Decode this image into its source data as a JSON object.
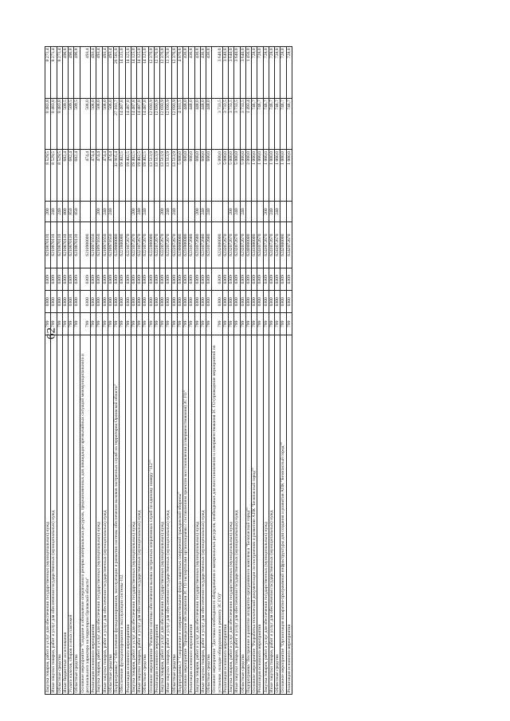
{
  "page_number": "62",
  "rows": [
    {
      "name": "Закупка товаров, работ и услуг для обеспечения государственных (муниципальных) нужд",
      "c1": "799",
      "c2": "0300",
      "c3": "0309",
      "c4": "6210870110",
      "c5": "200",
      "n1": "8 529,5",
      "n2": "8 483,8",
      "n3": "8 271,4"
    },
    {
      "name": "Иные закупки товаров, работ и услуг для обеспечения государственных (муниципальных) нужд",
      "c1": "799",
      "c2": "0300",
      "c3": "0309",
      "c4": "6210870110",
      "c5": "240",
      "n1": "8 529,5",
      "n2": "8 483,8",
      "n3": "8 271,4"
    },
    {
      "name": "Областные средства",
      "c1": "799",
      "c2": "0300",
      "c3": "0309",
      "c4": "6210870110",
      "c5": "240",
      "n1": "8 529,5",
      "n2": "8 483,8",
      "n3": "8 271,4"
    },
    {
      "name": "Иные бюджетные ассигнования",
      "c1": "799",
      "c2": "0300",
      "c3": "0309",
      "c4": "6210870110",
      "c5": "800",
      "n1": "682,4",
      "n2": "509,5",
      "n3": "496,8"
    },
    {
      "name": "Уплата налогов, сборов и иных платежей",
      "c1": "799",
      "c2": "0300",
      "c3": "0309",
      "c4": "6210870110",
      "c5": "850",
      "n1": "682,4",
      "n2": "509,5",
      "n3": "496,8"
    },
    {
      "name": "Областные средства",
      "c1": "799",
      "c2": "0300",
      "c3": "0309",
      "c4": "6210870110",
      "c5": "850",
      "n1": "682,4",
      "n2": "509,5",
      "n3": "496,8"
    },
    {
      "name": "Основное мероприятие \"Создание и обновление оперативного резерва материальных ресурсов, предназначенных для ликвидации чрезвычайных ситуаций межмуниципального и регионального характера на территории Орловской области\"",
      "c1": "799",
      "c2": "0300",
      "c3": "0309",
      "c4": "6210900000",
      "c5": "",
      "n1": "474,4",
      "n2": "506,0",
      "n3": "493,4"
    },
    {
      "name": "Реализация основного мероприятия",
      "c1": "799",
      "c2": "0300",
      "c3": "0309",
      "c4": "6210971650",
      "c5": "",
      "n1": "474,4",
      "n2": "506,0",
      "n3": "493,4"
    },
    {
      "name": "Закупка товаров, работ и услуг для обеспечения государственных (муниципальных) нужд",
      "c1": "799",
      "c2": "0300",
      "c3": "0309",
      "c4": "6210971650",
      "c5": "200",
      "n1": "474,4",
      "n2": "506,0",
      "n3": "493,4"
    },
    {
      "name": "Иные закупки товаров, работ и услуг для обеспечения государственных (муниципальных) нужд",
      "c1": "799",
      "c2": "0300",
      "c3": "0309",
      "c4": "6210971650",
      "c5": "240",
      "n1": "474,4",
      "n2": "506,0",
      "n3": "493,4"
    },
    {
      "name": "Областные средства",
      "c1": "799",
      "c2": "0300",
      "c3": "0309",
      "c4": "6210971650",
      "c5": "240",
      "n1": "474,4",
      "n2": "506,0",
      "n3": "493,4"
    },
    {
      "name": "Подпрограмма 2 \"Обеспечение функционирования, эксплуатации и развития системы обеспечения вызовов экстренных служб на территории Орловской области\"",
      "c1": "799",
      "c2": "0300",
      "c3": "0309",
      "c4": "6220000000",
      "c5": "",
      "n1": "32 916,4",
      "n2": "27 181,7",
      "n3": "26 501,0"
    },
    {
      "name": "Обеспечение функционирования и эксплуатации системы-112",
      "c1": "799",
      "c2": "0300",
      "c3": "0309",
      "c4": "6221000000",
      "c5": "",
      "n1": "19 402,5",
      "n2": "14 487,8",
      "n3": "14 125,0"
    },
    {
      "name": "Реализация основного мероприятия",
      "c1": "799",
      "c2": "0300",
      "c3": "0309",
      "c4": "6221072670",
      "c5": "",
      "n1": "19 402,5",
      "n2": "14 487,8",
      "n3": "14 125,0"
    },
    {
      "name": "Закупка товаров, работ и услуг для обеспечения государственных (муниципальных) нужд",
      "c1": "799",
      "c2": "0300",
      "c3": "0309",
      "c4": "6221072670",
      "c5": "200",
      "n1": "19 402,5",
      "n2": "14 487,8",
      "n3": "14 125,0"
    },
    {
      "name": "Иные закупки товаров, работ и услуг для обеспечения государственных (муниципальных) нужд",
      "c1": "799",
      "c2": "0300",
      "c3": "0309",
      "c4": "6221072670",
      "c5": "240",
      "n1": "19 402,5",
      "n2": "14 487,8",
      "n3": "14 125,0"
    },
    {
      "name": "Областные средства",
      "c1": "799",
      "c2": "0300",
      "c3": "0309",
      "c4": "6221072670",
      "c5": "240",
      "n1": "19 402,5",
      "n2": "14 487,8",
      "n3": "14 125,0"
    },
    {
      "name": "Основное мероприятие \"Развитие системы обеспечения вызова экстренных оперативных служб по единому номеру \"112\"\"",
      "c1": "799",
      "c2": "0300",
      "c3": "0309",
      "c4": "6222000000",
      "c5": "",
      "n1": "13 513,9",
      "n2": "12 693,9",
      "n3": "12 376,0"
    },
    {
      "name": "Реализация основного мероприятия",
      "c1": "799",
      "c2": "0300",
      "c3": "0309",
      "c4": "6222072670",
      "c5": "",
      "n1": "13 513,9",
      "n2": "12 693,9",
      "n3": "12 376,0"
    },
    {
      "name": "Закупка товаров, работ и услуг для обеспечения государственных (муниципальных) нужд",
      "c1": "799",
      "c2": "0300",
      "c3": "0309",
      "c4": "6222072670",
      "c5": "200",
      "n1": "13 513,9",
      "n2": "12 693,9",
      "n3": "12 376,0"
    },
    {
      "name": "Иные закупки товаров, работ и услуг для обеспечения государственных (муниципальных) нужд",
      "c1": "799",
      "c2": "0300",
      "c3": "0309",
      "c4": "6222072670",
      "c5": "240",
      "n1": "13 513,9",
      "n2": "12 693,9",
      "n3": "12 376,0"
    },
    {
      "name": "Областные средства",
      "c1": "799",
      "c2": "0300",
      "c3": "0309",
      "c4": "6222072670",
      "c5": "240",
      "n1": "13 513,9",
      "n2": "12 693,9",
      "n3": "12 376,0"
    },
    {
      "name": "Подпрограмма 3 \"Сохранение и совершенствование фонда защитных сооружений гражданской обороны\"",
      "c1": "799",
      "c2": "0300",
      "c3": "0309",
      "c4": "6230000000",
      "c5": "",
      "n1": "5 600,0",
      "n2": "4 181,5",
      "n3": "4 076,8"
    },
    {
      "name": "Основное мероприятие \"Проведение обследования ЗС ГО экспертными организациями с составлением проектов восстановления (совершенствования) ЗС ГО\"",
      "c1": "799",
      "c2": "0300",
      "c3": "0309",
      "c4": "6231000000",
      "c5": "",
      "n1": "600,0",
      "n2": "448,0",
      "n3": "436,8"
    },
    {
      "name": "Реализация основного мероприятия",
      "c1": "799",
      "c2": "0300",
      "c3": "0309",
      "c4": "6231072680",
      "c5": "",
      "n1": "600,0",
      "n2": "448,0",
      "n3": "436,8"
    },
    {
      "name": "Закупка товаров, работ и услуг для обеспечения государственных (муниципальных) нужд",
      "c1": "799",
      "c2": "0300",
      "c3": "0309",
      "c4": "6231072680",
      "c5": "200",
      "n1": "600,0",
      "n2": "448,0",
      "n3": "436,8"
    },
    {
      "name": "Иные закупки товаров, работ и услуг для обеспечения государственных (муниципальных) нужд",
      "c1": "799",
      "c2": "0300",
      "c3": "0309",
      "c4": "6231072680",
      "c5": "240",
      "n1": "600,0",
      "n2": "448,0",
      "n3": "436,8"
    },
    {
      "name": "Областные средства",
      "c1": "799",
      "c2": "0300",
      "c3": "0309",
      "c4": "6231072680",
      "c5": "240",
      "n1": "600,0",
      "n2": "448,0",
      "n3": "436,8"
    },
    {
      "name": "Основное мероприятие \"Доставка необходимого оборудования и материальных ресурсов, необходимых для восстановления и совершенствования ЗС ГО (проведение мероприятий по установке, наладке оборудования и ремонту ЗС ГО)\"",
      "c1": "799",
      "c2": "0300",
      "c3": "0309",
      "c4": "6232000000",
      "c5": "",
      "n1": "5 000,0",
      "n2": "3 733,5",
      "n3": "3 640,0"
    },
    {
      "name": "Реализация основного мероприятия",
      "c1": "799",
      "c2": "0300",
      "c3": "0309",
      "c4": "6232072670",
      "c5": "",
      "n1": "5 000,0",
      "n2": "3 733,5",
      "n3": "3 640,0"
    },
    {
      "name": "Закупка товаров, работ и услуг для обеспечения государственных (муниципальных) нужд",
      "c1": "799",
      "c2": "0300",
      "c3": "0309",
      "c4": "6232072670",
      "c5": "200",
      "n1": "5 000,0",
      "n2": "3 733,5",
      "n3": "3 640,0"
    },
    {
      "name": "Иные закупки товаров, работ и услуг для обеспечения государственных (муниципальных) нужд",
      "c1": "799",
      "c2": "0300",
      "c3": "0309",
      "c4": "6232072670",
      "c5": "240",
      "n1": "5 000,0",
      "n2": "3 733,5",
      "n3": "3 640,0"
    },
    {
      "name": "Областные средства",
      "c1": "799",
      "c2": "0300",
      "c3": "0309",
      "c4": "6232072670",
      "c5": "240",
      "n1": "5 000,0",
      "n2": "3 733,5",
      "n3": "3 640,0"
    },
    {
      "name": "Подпрограмма \"Построение и развитие аппаратно-программного комплекса \"Безопасный город\"\"",
      "c1": "799",
      "c2": "0300",
      "c3": "0309",
      "c4": "6240000000",
      "c5": "",
      "n1": "2 000,0",
      "n2": "1 493,4",
      "n3": "1 456,0"
    },
    {
      "name": "Основное мероприятие \"Разработка технической документации по построению и развитию АПК \"Безопасный город\"\"",
      "c1": "799",
      "c2": "0300",
      "c3": "0309",
      "c4": "6241000000",
      "c5": "",
      "n1": "1 000,0",
      "n2": "746,7",
      "n3": "728,0"
    },
    {
      "name": "Реализация основного мероприятия",
      "c1": "799",
      "c2": "0300",
      "c3": "0309",
      "c4": "6241072670",
      "c5": "",
      "n1": "1 000,0",
      "n2": "746,7",
      "n3": "728,0"
    },
    {
      "name": "Закупка товаров, работ и услуг для обеспечения государственных (муниципальных) нужд",
      "c1": "799",
      "c2": "0300",
      "c3": "0309",
      "c4": "6241072670",
      "c5": "200",
      "n1": "1 000,0",
      "n2": "746,7",
      "n3": "728,0"
    },
    {
      "name": "Иные закупки товаров, работ и услуг для обеспечения государственных (муниципальных) нужд",
      "c1": "799",
      "c2": "0300",
      "c3": "0309",
      "c4": "6241072670",
      "c5": "240",
      "n1": "1 000,0",
      "n2": "746,7",
      "n3": "728,0"
    },
    {
      "name": "Областные средства",
      "c1": "799",
      "c2": "0300",
      "c3": "0309",
      "c4": "6241072670",
      "c5": "240",
      "n1": "1 000,0",
      "n2": "746,7",
      "n3": "728,0"
    },
    {
      "name": "Основное мероприятие \"Организация аппаратно-программной инфраструктуры для создания и развития АПК \"Безопасный город\"\"",
      "c1": "799",
      "c2": "0300",
      "c3": "0309",
      "c4": "6242000000",
      "c5": "",
      "n1": "1 000,0",
      "n2": "746,7",
      "n3": "728,0"
    },
    {
      "name": "Реализация основного мероприятия",
      "c1": "799",
      "c2": "0300",
      "c3": "0309",
      "c4": "6242072670",
      "c5": "",
      "n1": "1 000,0",
      "n2": "746,7",
      "n3": "728,0"
    }
  ]
}
